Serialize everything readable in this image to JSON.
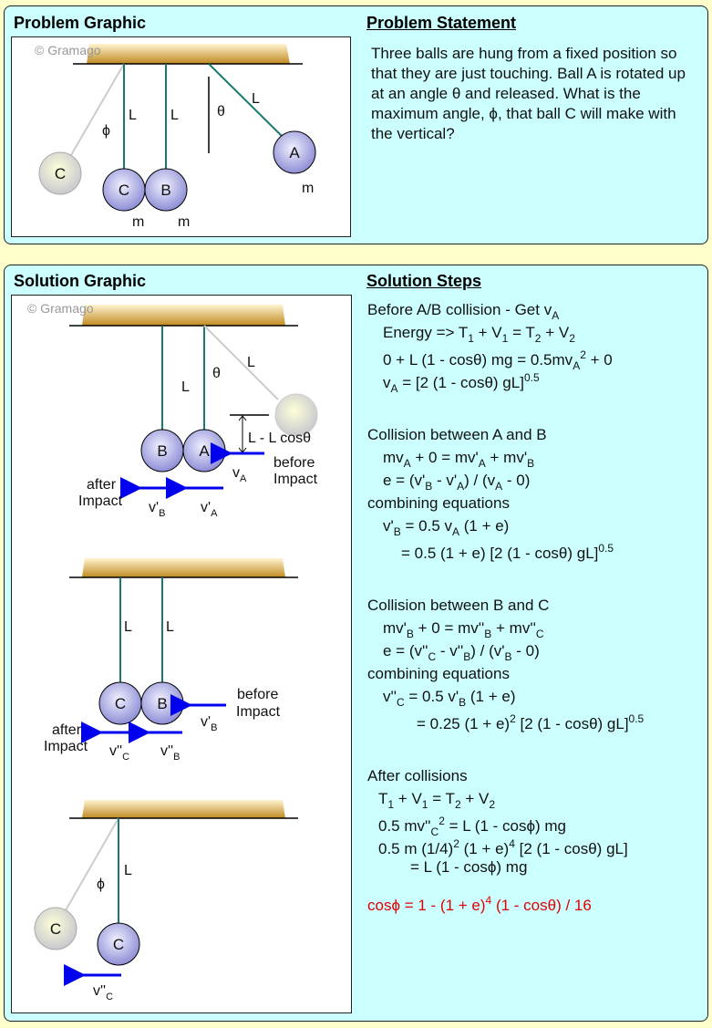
{
  "problem": {
    "graphic_title": "Problem Graphic",
    "statement_title": "Problem Statement",
    "statement": "Three balls are hung from a fixed position so that they are just touching. Ball A is rotated up at an angle θ and released. What is the maximum angle, ϕ, that ball C will make with the vertical?"
  },
  "solution": {
    "graphic_title": "Solution Graphic",
    "steps_title": "Solution Steps",
    "groups": [
      {
        "lines": [
          {
            "role": "heading",
            "seg": [
              "Before A/B collision - Get v",
              [
                "A",
                "sub"
              ]
            ]
          },
          {
            "role": "eq",
            "seg": [
              "Energy  =>  T",
              [
                "1",
                "sub"
              ],
              " + V",
              [
                "1",
                "sub"
              ],
              " = T",
              [
                "2",
                "sub"
              ],
              " + V",
              [
                "2",
                "sub"
              ]
            ]
          },
          {
            "role": "eq",
            "seg": [
              "0 + L (1 - cosθ) mg = 0.5mv",
              [
                "A",
                "sub"
              ],
              [
                "2",
                "sup"
              ],
              " + 0"
            ]
          },
          {
            "role": "eq",
            "seg": [
              "v",
              [
                "A",
                "sub"
              ],
              " = [2 (1 - cosθ) gL]",
              [
                "0.5",
                "sup"
              ]
            ]
          }
        ]
      },
      {
        "lines": [
          {
            "role": "heading",
            "seg": [
              "Collision between A and B"
            ]
          },
          {
            "role": "eq",
            "seg": [
              "mv",
              [
                "A",
                "sub"
              ],
              " + 0 = mv'",
              [
                "A",
                "sub"
              ],
              " + mv'",
              [
                "B",
                "sub"
              ]
            ]
          },
          {
            "role": "eq",
            "seg": [
              "e = (v'",
              [
                "B",
                "sub"
              ],
              " - v'",
              [
                "A",
                "sub"
              ],
              ") / (v",
              [
                "A",
                "sub"
              ],
              " - 0)"
            ]
          },
          {
            "role": "heading",
            "seg": [
              "combining equations"
            ]
          },
          {
            "role": "eq",
            "seg": [
              "v'",
              [
                "B",
                "sub"
              ],
              " = 0.5 v",
              [
                "A",
                "sub"
              ],
              " (1 + e)"
            ]
          },
          {
            "role": "cont",
            "seg": [
              "= 0.5 (1 + e) [2 (1 - cosθ) gL]",
              [
                "0.5",
                "sup"
              ]
            ]
          }
        ]
      },
      {
        "lines": [
          {
            "role": "heading",
            "seg": [
              "Collision between B and C"
            ]
          },
          {
            "role": "eq",
            "seg": [
              "mv'",
              [
                "B",
                "sub"
              ],
              " + 0 = mv''",
              [
                "B",
                "sub"
              ],
              " + mv''",
              [
                "C",
                "sub"
              ]
            ]
          },
          {
            "role": "eq",
            "seg": [
              "e = (v''",
              [
                "C",
                "sub"
              ],
              " - v''",
              [
                "B",
                "sub"
              ],
              ") / (v'",
              [
                "B",
                "sub"
              ],
              " - 0)"
            ]
          },
          {
            "role": "heading",
            "seg": [
              "combining equations"
            ]
          },
          {
            "role": "eq",
            "seg": [
              "v''",
              [
                "C",
                "sub"
              ],
              " = 0.5 v'",
              [
                "B",
                "sub"
              ],
              " (1 + e)"
            ]
          },
          {
            "role": "cont",
            "seg": [
              "= 0.25 (1 + e)",
              [
                "2",
                "sup"
              ],
              " [2 (1 - cosθ) gL]",
              [
                "0.5",
                "sup"
              ]
            ]
          }
        ]
      },
      {
        "lines": [
          {
            "role": "heading",
            "seg": [
              "After collisions"
            ]
          },
          {
            "role": "eq",
            "seg": [
              "T",
              [
                "1",
                "sub"
              ],
              " + V",
              [
                "1",
                "sub"
              ],
              " = T",
              [
                "2",
                "sub"
              ],
              " + V",
              [
                "2",
                "sub"
              ]
            ]
          },
          {
            "role": "eq",
            "seg": [
              "0.5 mv''",
              [
                "C",
                "sub"
              ],
              [
                "2",
                "sup"
              ],
              " = L (1 - cosϕ) mg"
            ]
          },
          {
            "role": "eq",
            "seg": [
              "0.5 m (1/4)",
              [
                "2",
                "sup"
              ],
              " (1 + e)",
              [
                "4",
                "sup"
              ],
              " [2 (1 - cosθ) gL]"
            ]
          },
          {
            "role": "cont",
            "seg": [
              "= L (1 - cosϕ) mg"
            ]
          },
          {
            "role": "result",
            "seg": [
              "cosϕ = 1 - (1 + e)",
              [
                "4",
                "sup"
              ],
              " (1 - cosθ) / 16"
            ]
          }
        ]
      }
    ]
  },
  "diagram": {
    "watermark": "© Gramago",
    "ball_a": "A",
    "ball_b": "B",
    "ball_c": "C",
    "length": "L",
    "theta": "θ",
    "phi": "ϕ",
    "mass": "m",
    "height_label": "L - L cosθ",
    "before": "before",
    "after": "after",
    "impact": "Impact",
    "v": "v",
    "vp": "v'",
    "vpp": "v''",
    "sub_a": "A",
    "sub_b": "B",
    "sub_c": "C"
  },
  "colors": {
    "background": "#ffffcc",
    "panel": "#ccffff",
    "string": "#1a7a70",
    "arrow": "#0000ee",
    "result": "#e00000",
    "ceiling": "#c89a30"
  }
}
